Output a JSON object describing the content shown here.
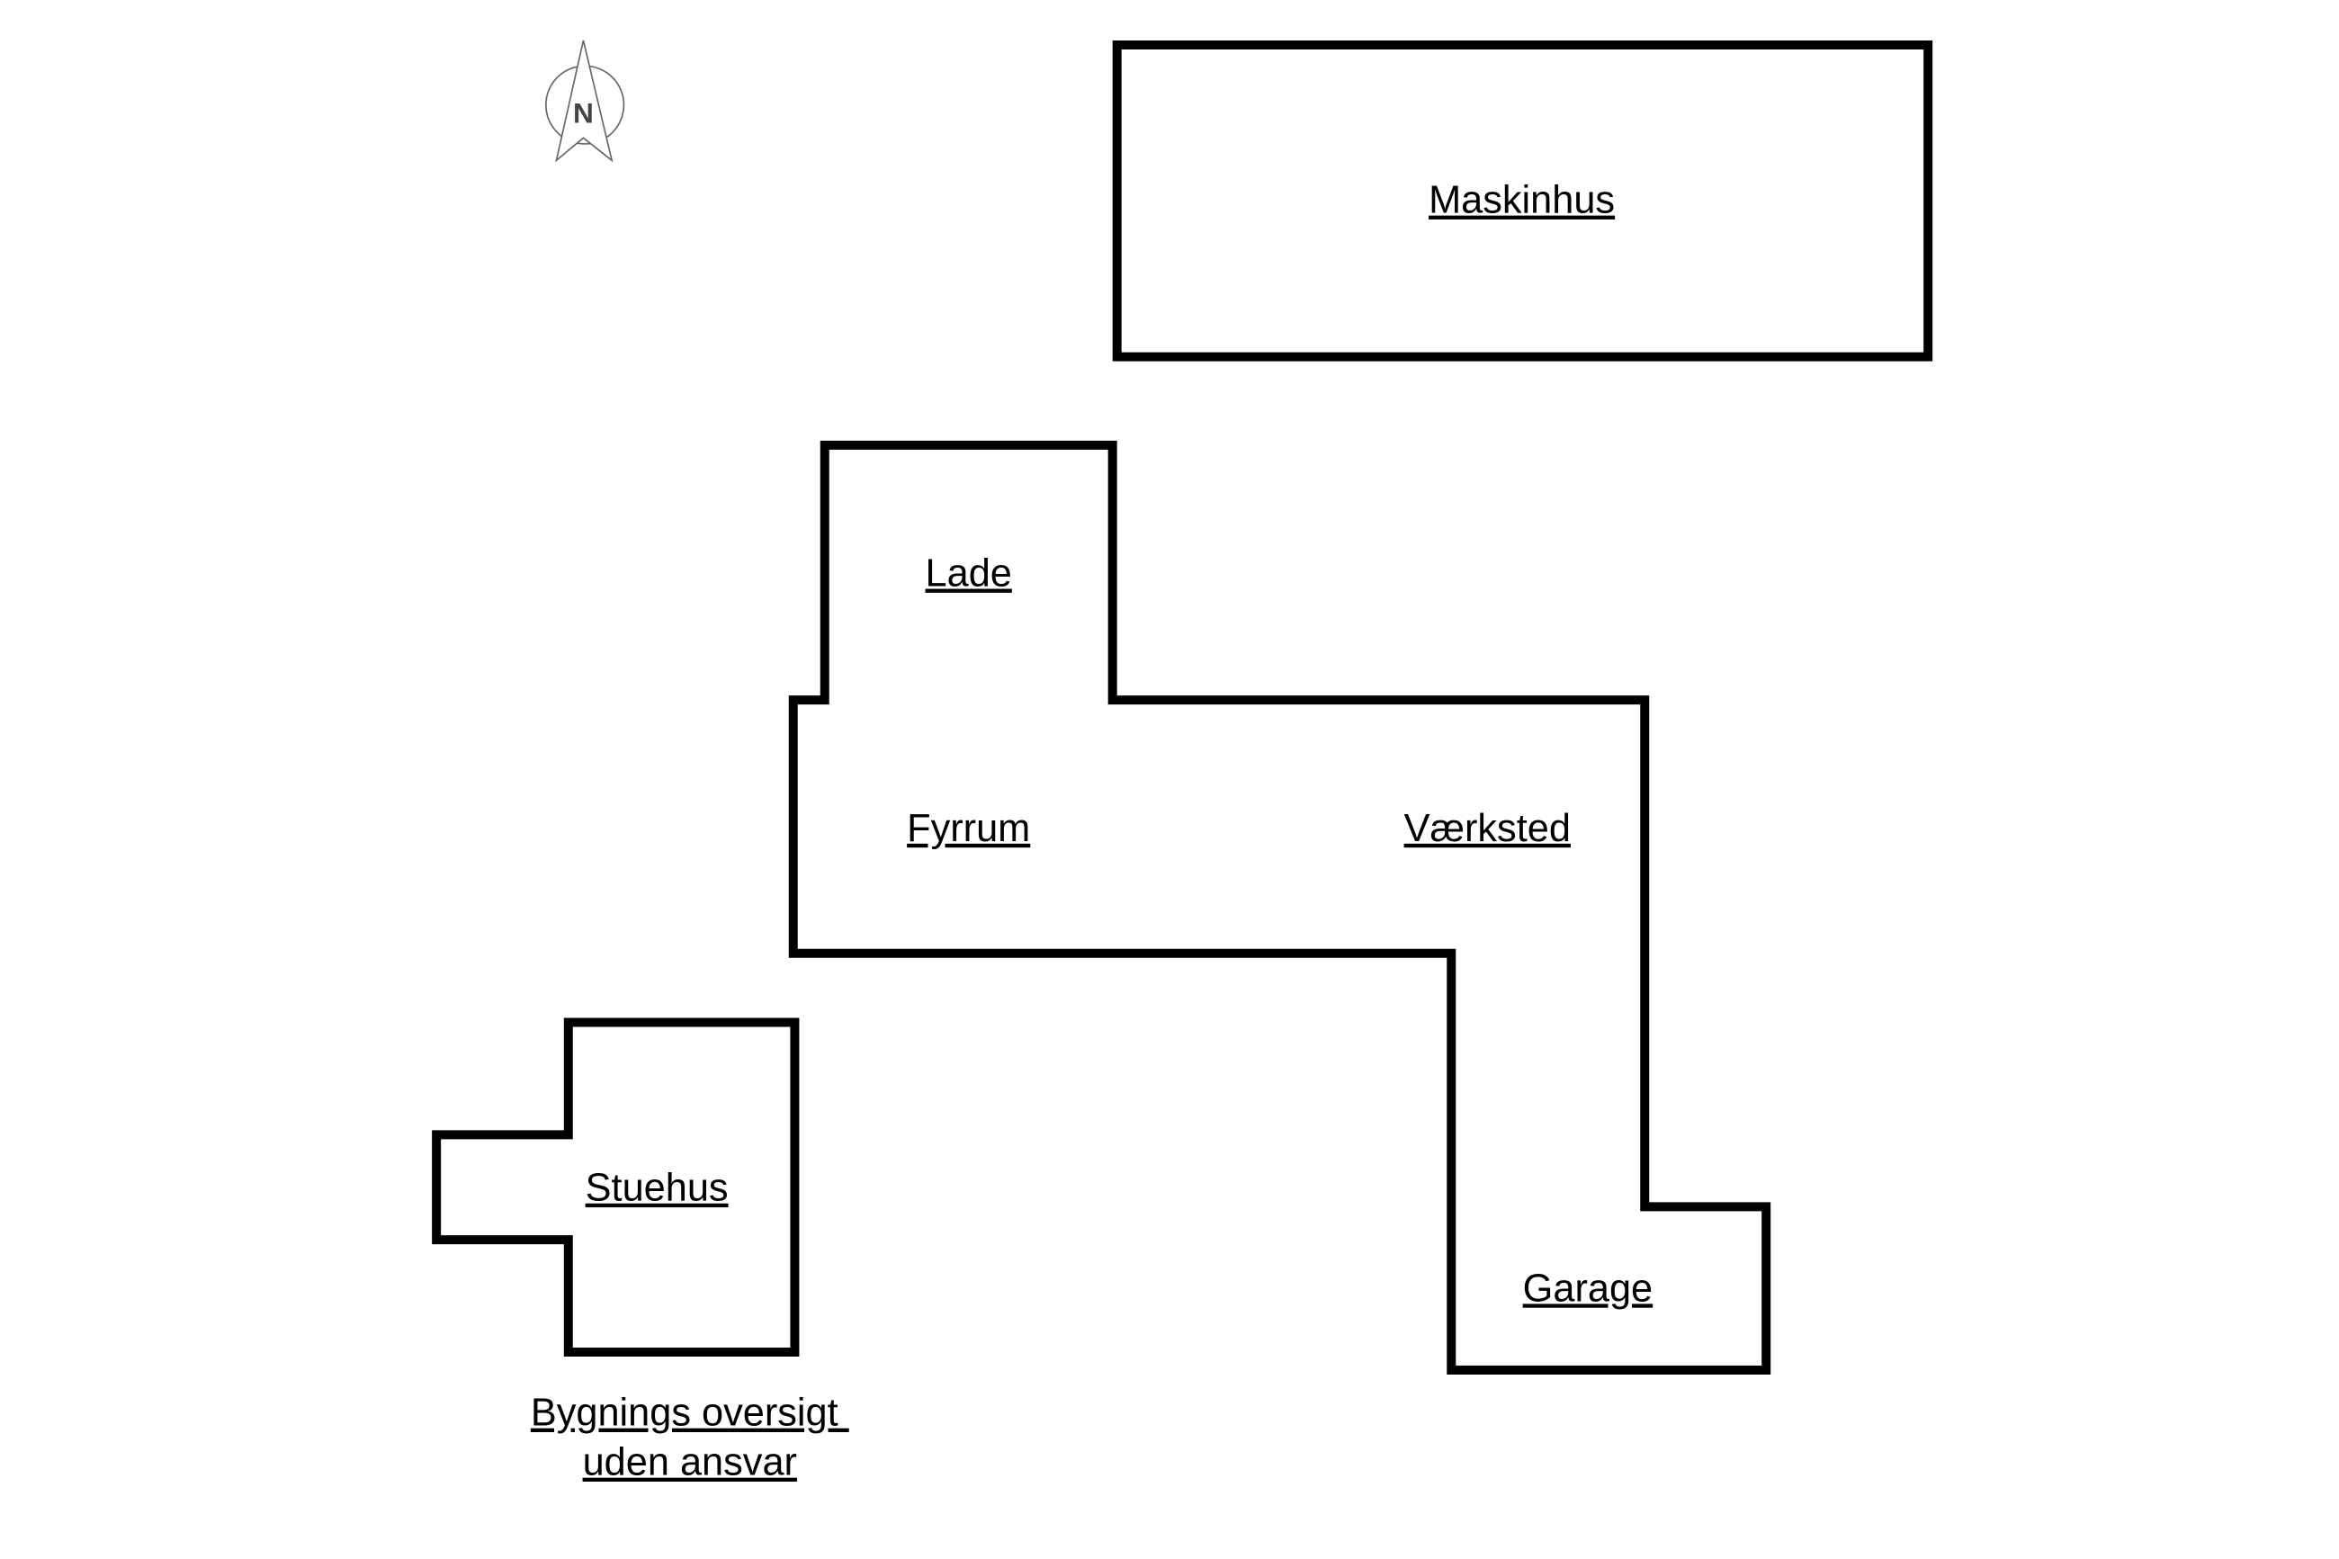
{
  "compass": {
    "letter": "N",
    "icon": "north-arrow-icon"
  },
  "buildings": {
    "maskinhus": "Maskinhus",
    "lade": "Lade",
    "fyrrum": "Fyrrum",
    "vaerksted": "Værksted",
    "garage": "Garage",
    "stuehus": "Stuehus"
  },
  "note": {
    "line1": "Bygnings oversigt ",
    "line2": "uden ansvar"
  },
  "colors": {
    "stroke": "#000000",
    "compass": "#555555",
    "background": "#ffffff"
  }
}
